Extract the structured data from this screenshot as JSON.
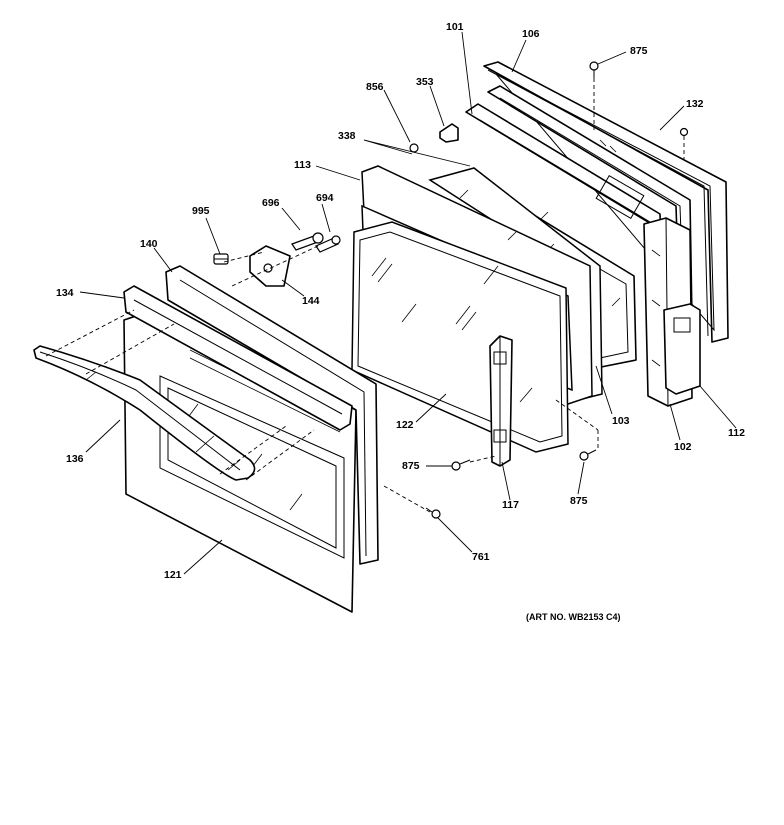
{
  "diagram": {
    "art_number": "(ART NO. WB2153 C4)",
    "callouts": [
      {
        "id": "c101",
        "label": "101"
      },
      {
        "id": "c106",
        "label": "106"
      },
      {
        "id": "c875a",
        "label": "875"
      },
      {
        "id": "c132",
        "label": "132"
      },
      {
        "id": "c856",
        "label": "856"
      },
      {
        "id": "c353",
        "label": "353"
      },
      {
        "id": "c338",
        "label": "338"
      },
      {
        "id": "c113",
        "label": "113"
      },
      {
        "id": "c995",
        "label": "995"
      },
      {
        "id": "c696",
        "label": "696"
      },
      {
        "id": "c694",
        "label": "694"
      },
      {
        "id": "c140",
        "label": "140"
      },
      {
        "id": "c134",
        "label": "134"
      },
      {
        "id": "c144",
        "label": "144"
      },
      {
        "id": "c136",
        "label": "136"
      },
      {
        "id": "c122",
        "label": "122"
      },
      {
        "id": "c103",
        "label": "103"
      },
      {
        "id": "c102",
        "label": "102"
      },
      {
        "id": "c112",
        "label": "112"
      },
      {
        "id": "c875b",
        "label": "875"
      },
      {
        "id": "c875c",
        "label": "875"
      },
      {
        "id": "c117",
        "label": "117"
      },
      {
        "id": "c761",
        "label": "761"
      },
      {
        "id": "c121",
        "label": "121"
      }
    ]
  }
}
